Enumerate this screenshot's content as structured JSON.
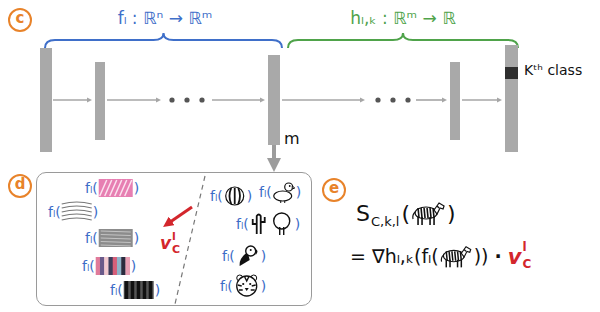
{
  "diagram": {
    "nodes": [
      {
        "text": [
          "c"
        ]
      },
      {
        "text": [
          "m"
        ]
      },
      {
        "text": [
          "Kᵗʰ class"
        ]
      },
      {
        "text": [
          "d"
        ]
      },
      {
        "text": [
          "fₗ(",
          ")",
          "fₗ(",
          ")",
          "fₗ(",
          ")",
          "fₗ(",
          ")",
          "fₗ(",
          ")",
          "fₗ(",
          ")",
          "fₗ(",
          ")",
          "fₗ(",
          ")",
          "fₗ(",
          ")",
          "fₗ(",
          ")",
          "v",
          "C",
          "l"
        ]
      },
      {
        "text": [
          "e"
        ]
      }
    ],
    "edges": [
      {
        "from": 1,
        "to": 4,
        "arrow": "to"
      }
    ],
    "labels": [
      "fₗ : ℝⁿ → ℝᵐ",
      "hₗ,ₖ : ℝᵐ → ℝ",
      "S",
      "C,k,l",
      "(",
      ")",
      "= ∇hₗ,ₖ(fₗ(",
      "))",
      "·",
      "v",
      "C",
      "l"
    ]
  }
}
